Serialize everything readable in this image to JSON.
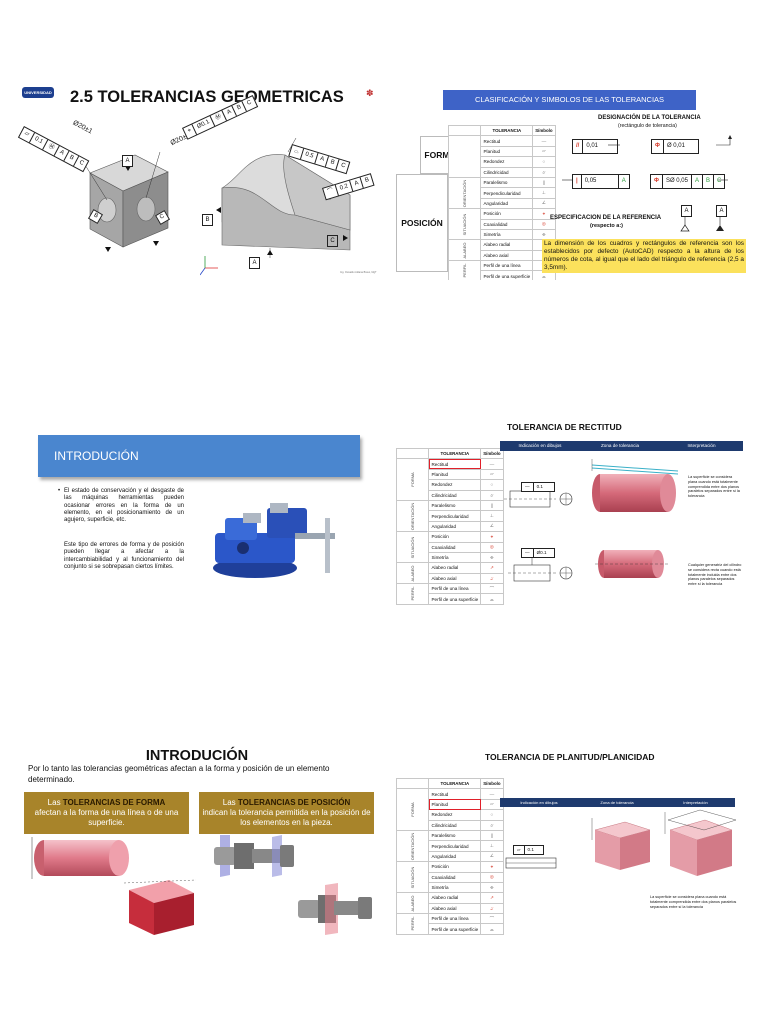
{
  "colors": {
    "primary_blue": "#3e63c7",
    "intro_blue": "#4a86cf",
    "gold": "#a8842a",
    "yellow_box": "#fbe15c",
    "red_sym": "#d63a2a",
    "pink_solid": "#e07a8a"
  },
  "slide1": {
    "title": "2.5 TOLERANCIAS GEOMETRICAS",
    "logo_text": "UNIVERSIDAD",
    "cube_fcf1": [
      "⏥",
      "0.1",
      "Ⓜ",
      "A",
      "B",
      "C"
    ],
    "cube_dim": "Ø20±1",
    "cube_fcf2": [
      "⌖",
      "Ø0.1",
      "Ⓜ",
      "A",
      "B",
      "C"
    ],
    "cube_datums": [
      "A",
      "B",
      "C"
    ],
    "part_fcf1": [
      "⌓",
      "0.5",
      "A",
      "B",
      "C"
    ],
    "part_fcf2": [
      "⌒",
      "0.2",
      "A",
      "B"
    ],
    "part_datums": [
      "B",
      "C",
      "A"
    ],
    "footer": "Ing. Oswaldo Aldana Bravo, MgT"
  },
  "slide2": {
    "banner": "CLASIFICACIÓN Y SIMBOLOS DE LAS TOLERANCIAS",
    "col_tol": "TOLERANCIA",
    "col_sym": "Símbolo",
    "label_forma": "FORMA",
    "label_posicion": "POSICIÓN",
    "groups": [
      "ORIENTACIÓN",
      "SITUACIÓN",
      "ALABEO",
      "PERFIL"
    ],
    "rows": [
      "Rectitud",
      "Planitud",
      "Redondez",
      "Cilindricidad",
      "Paralelismo",
      "Perpendicularidad",
      "Angularidad",
      "Posición",
      "Coaxialidad",
      "Simetría",
      "Alabeo radial",
      "Alabeo axial",
      "Perfil de una línea",
      "Perfil de una superficie"
    ],
    "symbols": [
      "—",
      "⏥",
      "○",
      "⌭",
      "∥",
      "⊥",
      "∠",
      "⌖",
      "◎",
      "⌯",
      "↗",
      "⌰",
      "⌒",
      "⌓"
    ],
    "designation_title": "DESIGNACIÓN DE LA TOLERANCIA",
    "designation_sub": "(rectángulo de tolerancia)",
    "frame1": [
      "//",
      "0,01"
    ],
    "frame2": [
      "Φ",
      "Ø 0,01"
    ],
    "frame3": [
      "|",
      "0,05",
      "A"
    ],
    "frame4": [
      "Φ",
      "SØ 0,05",
      "A",
      "B",
      "C"
    ],
    "reference_title": "ESPECIFICACION DE LA REFERENCIA",
    "reference_sub": "(respecto a:)",
    "ref_letters": [
      "A",
      "A"
    ],
    "note": "La dimensión de los cuadros y rectángulos de referencia son los establecidos por defecto (AutoCAD) respecto a la altura de los números de cota, al igual que el lado del triángulo de referencia (2,5 a 3,5mm)."
  },
  "slide3": {
    "banner": "INTRODUCIÓN",
    "bullet": "El estado de conservación y el desgaste de las máquinas herramientas pueden ocasionar errores en la forma de un elemento, en el posicionamiento de un agujero, superficie, etc.",
    "para": "Este tipo de errores de forma y de posición pueden llegar a afectar a la intercambiabilidad y al funcionamiento del conjunto si se sobrepasan ciertos límites."
  },
  "slide4": {
    "title": "TOLERANCIA DE RECTITUD",
    "headers": [
      "Indicación en dibujos",
      "Zona de tolerancia",
      "Interpretación"
    ],
    "fcf1": [
      "—",
      "0.1"
    ],
    "fcf2": [
      "—",
      "Ø0.1"
    ],
    "interp1": "La superficie se considera plana cuando está totalmente comprendida entre dos planos paralelos separados entre sí la tolerancia",
    "interp2": "Cualquier generatriz del cilindro se considera recta cuando está totalmente incluida entre dos planos paralelos separados entre sí la tolerancia"
  },
  "slide5": {
    "title": "INTRODUCIÓN",
    "intro": "Por lo tanto las tolerancias geométricas afectan a la forma y posición de un elemento determinado.",
    "box1_pre": "Las ",
    "box1_strong": "TOLERANCIAS DE  FORMA",
    "box1_rest": "afectan a la forma de una línea o de una superficie.",
    "box2_pre": "Las ",
    "box2_strong": "TOLERANCIAS DE POSICIÓN",
    "box2_rest": "indican la tolerancia permitida en la posición de  los elementos en la pieza."
  },
  "slide6": {
    "title": "TOLERANCIA DE PLANITUD/PLANICIDAD",
    "headers": [
      "Indicación en dibujos",
      "Zona de tolerancia",
      "Interpretación"
    ],
    "fcf": [
      "⏥",
      "0.1"
    ],
    "interp": "La superficie se considera plana cuando está totalmente comprendida entre dos planos paralelos separados entre sí la tolerancia"
  }
}
